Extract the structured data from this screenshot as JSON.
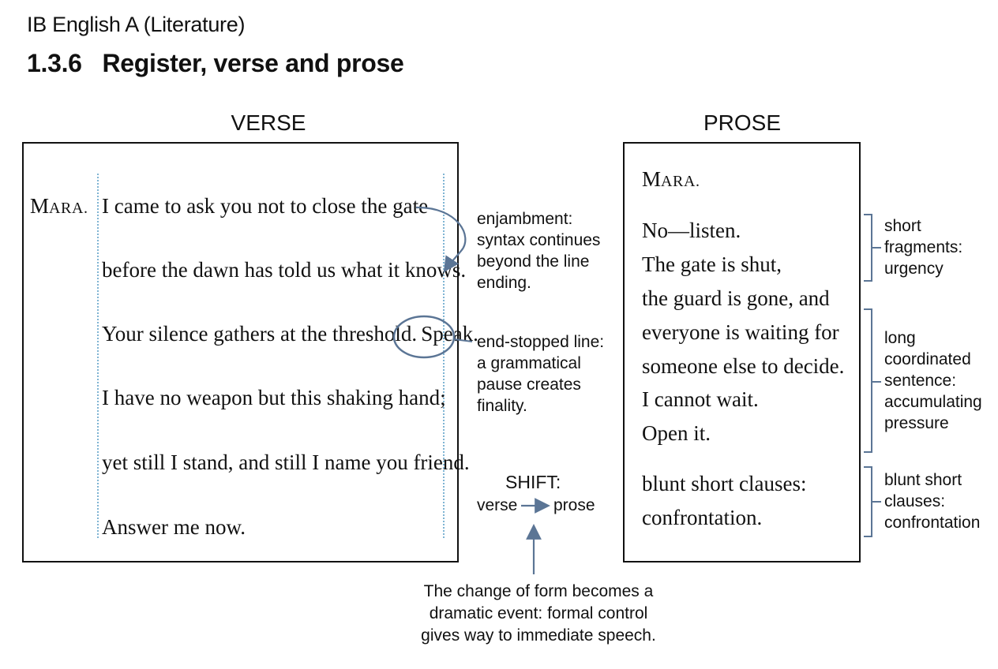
{
  "header": {
    "subject": "IB English A (Literature)",
    "section_number": "1.3.6",
    "section_title": "Register, verse and prose"
  },
  "verse": {
    "heading": "VERSE",
    "speaker_initial": "M",
    "speaker_rest": "ARA.",
    "lines": [
      "I came to ask you not to close the gate",
      "before the dawn has told us what it knows.",
      "Your silence gathers at the threshold.",
      "Speak.",
      "I have no weapon but this shaking hand;",
      "yet still I stand, and still I name you friend.",
      "Answer me now."
    ]
  },
  "prose": {
    "heading": "PROSE",
    "speaker_initial": "M",
    "speaker_rest": "ARA.",
    "lines": [
      "No—listen.",
      "The gate is shut,",
      "the guard is gone, and",
      "everyone is waiting for",
      "someone else to decide.",
      "I cannot wait.",
      "Open it.",
      "blunt short clauses:",
      "confrontation."
    ]
  },
  "annotations": {
    "enjambment": [
      "enjambment:",
      "syntax continues",
      "beyond the line",
      "ending."
    ],
    "end_stopped": [
      "end-stopped line:",
      "a grammatical",
      "pause creates",
      "finality."
    ],
    "shift_title": "SHIFT:",
    "shift_from": "verse",
    "shift_to": "prose",
    "change_note": [
      "The change of form becomes a",
      "dramatic event: formal control",
      "gives way to immediate speech."
    ],
    "short_fragments": [
      "short",
      "fragments:",
      "urgency"
    ],
    "long_sentence": [
      "long",
      "coordinated",
      "sentence:",
      "accumulating",
      "pressure"
    ],
    "blunt_clauses": [
      "blunt short",
      "clauses:",
      "confrontation"
    ]
  },
  "colors": {
    "accent": "#5b7595",
    "dotted_guide": "#7fb4d3",
    "text": "#111111"
  }
}
